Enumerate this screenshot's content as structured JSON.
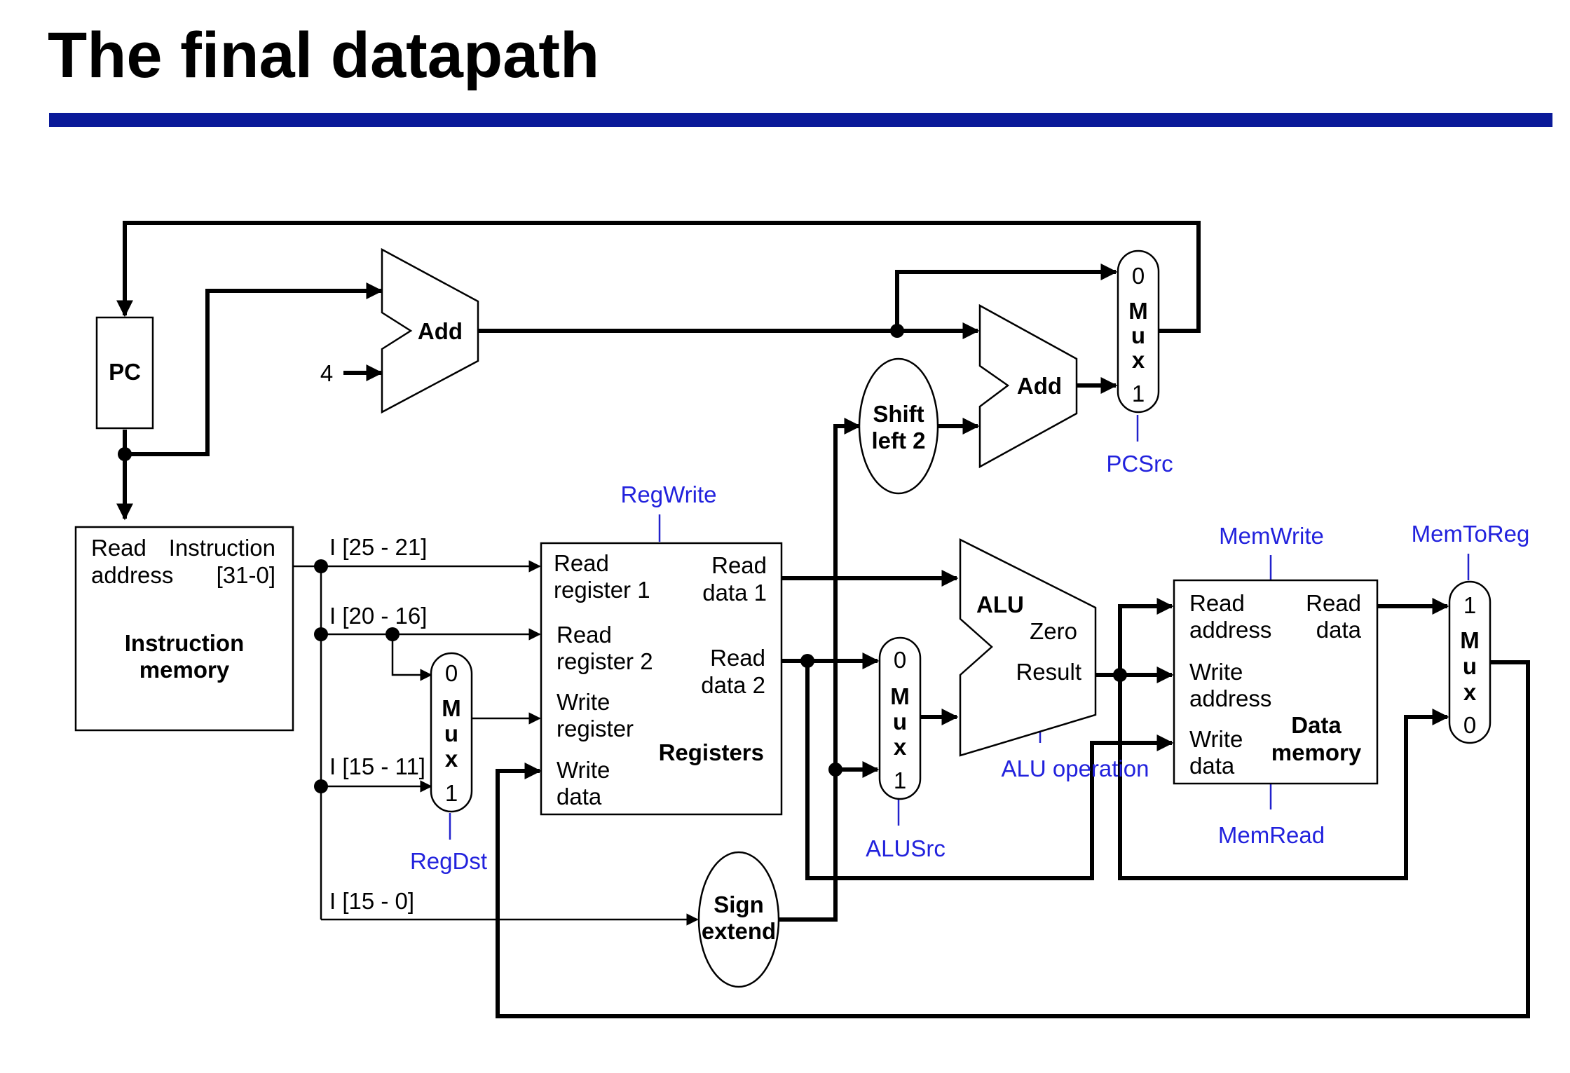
{
  "title": "The final datapath",
  "colors": {
    "rule": "#0a1a99",
    "control": "#2222dd",
    "wire": "#000000"
  },
  "blocks": {
    "pc": "PC",
    "add1": "Add",
    "add2": "Add",
    "four": "4",
    "shift": [
      "Shift",
      "left 2"
    ],
    "sign": [
      "Sign",
      "extend"
    ],
    "alu": "ALU",
    "alu_zero": "Zero",
    "alu_result": "Result",
    "imem": {
      "read": "Read",
      "address": "address",
      "instruction": "Instruction",
      "bits": "[31-0]",
      "name1": "Instruction",
      "name2": "memory"
    },
    "regs": {
      "rr1a": "Read",
      "rr1b": "register 1",
      "rr2a": "Read",
      "rr2b": "register 2",
      "wra": "Write",
      "wrb": "register",
      "wda": "Write",
      "wdb": "data",
      "rd1a": "Read",
      "rd1b": "data 1",
      "rd2a": "Read",
      "rd2b": "data 2",
      "name": "Registers"
    },
    "dmem": {
      "ra": "Read",
      "rb": "address",
      "rda": "Read",
      "rdb": "data",
      "wa": "Write",
      "wb": "address",
      "wda": "Write",
      "wdb": "data",
      "name1": "Data",
      "name2": "memory"
    }
  },
  "muxes": {
    "pc_mux": {
      "top": "0",
      "letters": [
        "M",
        "u",
        "x"
      ],
      "bottom": "1"
    },
    "regdst_mux": {
      "top": "0",
      "letters": [
        "M",
        "u",
        "x"
      ],
      "bottom": "1"
    },
    "alusrc_mux": {
      "top": "0",
      "letters": [
        "M",
        "u",
        "x"
      ],
      "bottom": "1"
    },
    "memtoreg_mux": {
      "top": "1",
      "letters": [
        "M",
        "u",
        "x"
      ],
      "bottom": "0"
    }
  },
  "fields": {
    "f1": "I [25 - 21]",
    "f2": "I [20 - 16]",
    "f3": "I [15 - 11]",
    "f4": "I [15 - 0]"
  },
  "control": {
    "pcsrc": "PCSrc",
    "regwrite": "RegWrite",
    "memwrite": "MemWrite",
    "memtoreg": "MemToReg",
    "regdst": "RegDst",
    "alusrc": "ALUSrc",
    "aluop": "ALU operation",
    "memread": "MemRead"
  }
}
